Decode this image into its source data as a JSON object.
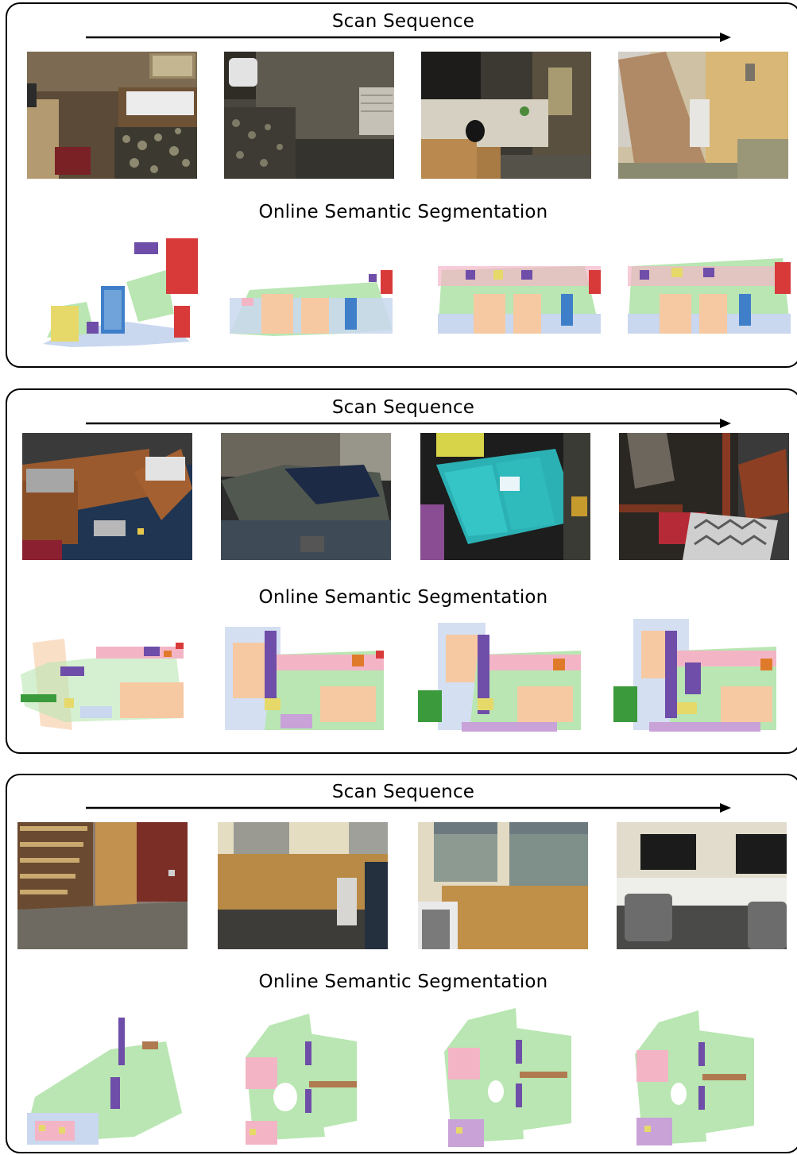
{
  "panels": [
    {
      "id": "scene-1",
      "scan_label": "Scan Sequence",
      "seg_label": "Online Semantic Segmentation",
      "frames": [
        "bed-photo",
        "bed-corner-photo",
        "desk-photo",
        "door-photo"
      ],
      "clouds": 4
    },
    {
      "id": "scene-2",
      "scan_label": "Scan Sequence",
      "seg_label": "Online Semantic Segmentation",
      "frames": [
        "desk-chair-photo",
        "bed-photo",
        "bins-photo",
        "chair-photo"
      ],
      "clouds": 4
    },
    {
      "id": "scene-3",
      "scan_label": "Scan Sequence",
      "seg_label": "Online Semantic Segmentation",
      "frames": [
        "bookshelf-photo",
        "wall-panel-photo",
        "window-photo",
        "monitors-photo"
      ],
      "clouds": 4
    }
  ],
  "colors": {
    "floor": "#c9d7ef",
    "wall": "#b9e6b2",
    "bed": "#f6c9a2",
    "cabinet": "#3f7fc9",
    "door": "#d83a3a",
    "chair": "#6e4ea8",
    "desk": "#f3b5c6",
    "misc": "#d4d23a"
  }
}
